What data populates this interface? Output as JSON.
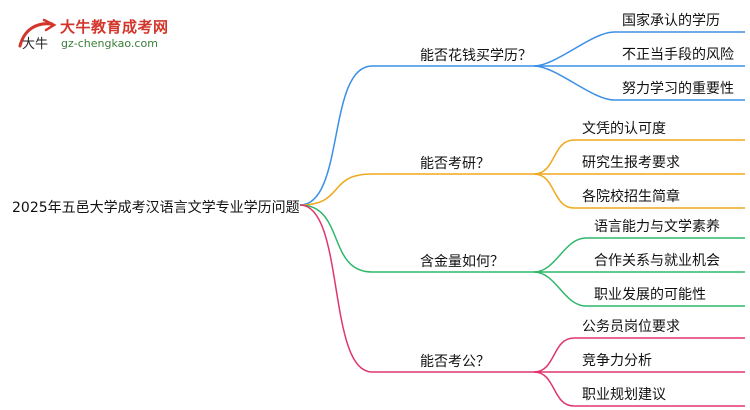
{
  "logo": {
    "title": "大牛教育成考网",
    "url": "gz-chengkao.com",
    "mark_text": "大牛"
  },
  "mindmap": {
    "root": "2025年五邑大学成考汉语言文学专业学历问题",
    "branches": [
      {
        "label": "能否花钱买学历？",
        "color": "#3b8fe6",
        "children": [
          "国家承认的学历",
          "不正当手段的风险",
          "努力学习的重要性"
        ]
      },
      {
        "label": "能否考研？",
        "color": "#f0a91e",
        "children": [
          "文凭的认可度",
          "研究生报考要求",
          "各院校招生简章"
        ]
      },
      {
        "label": "含金量如何？",
        "color": "#2fb86a",
        "children": [
          "语言能力与文学素养",
          "合作关系与就业机会",
          "职业发展的可能性"
        ]
      },
      {
        "label": "能否考公？",
        "color": "#e0366e",
        "children": [
          "公务员岗位要求",
          "竞争力分析",
          "职业规划建议"
        ]
      }
    ]
  }
}
